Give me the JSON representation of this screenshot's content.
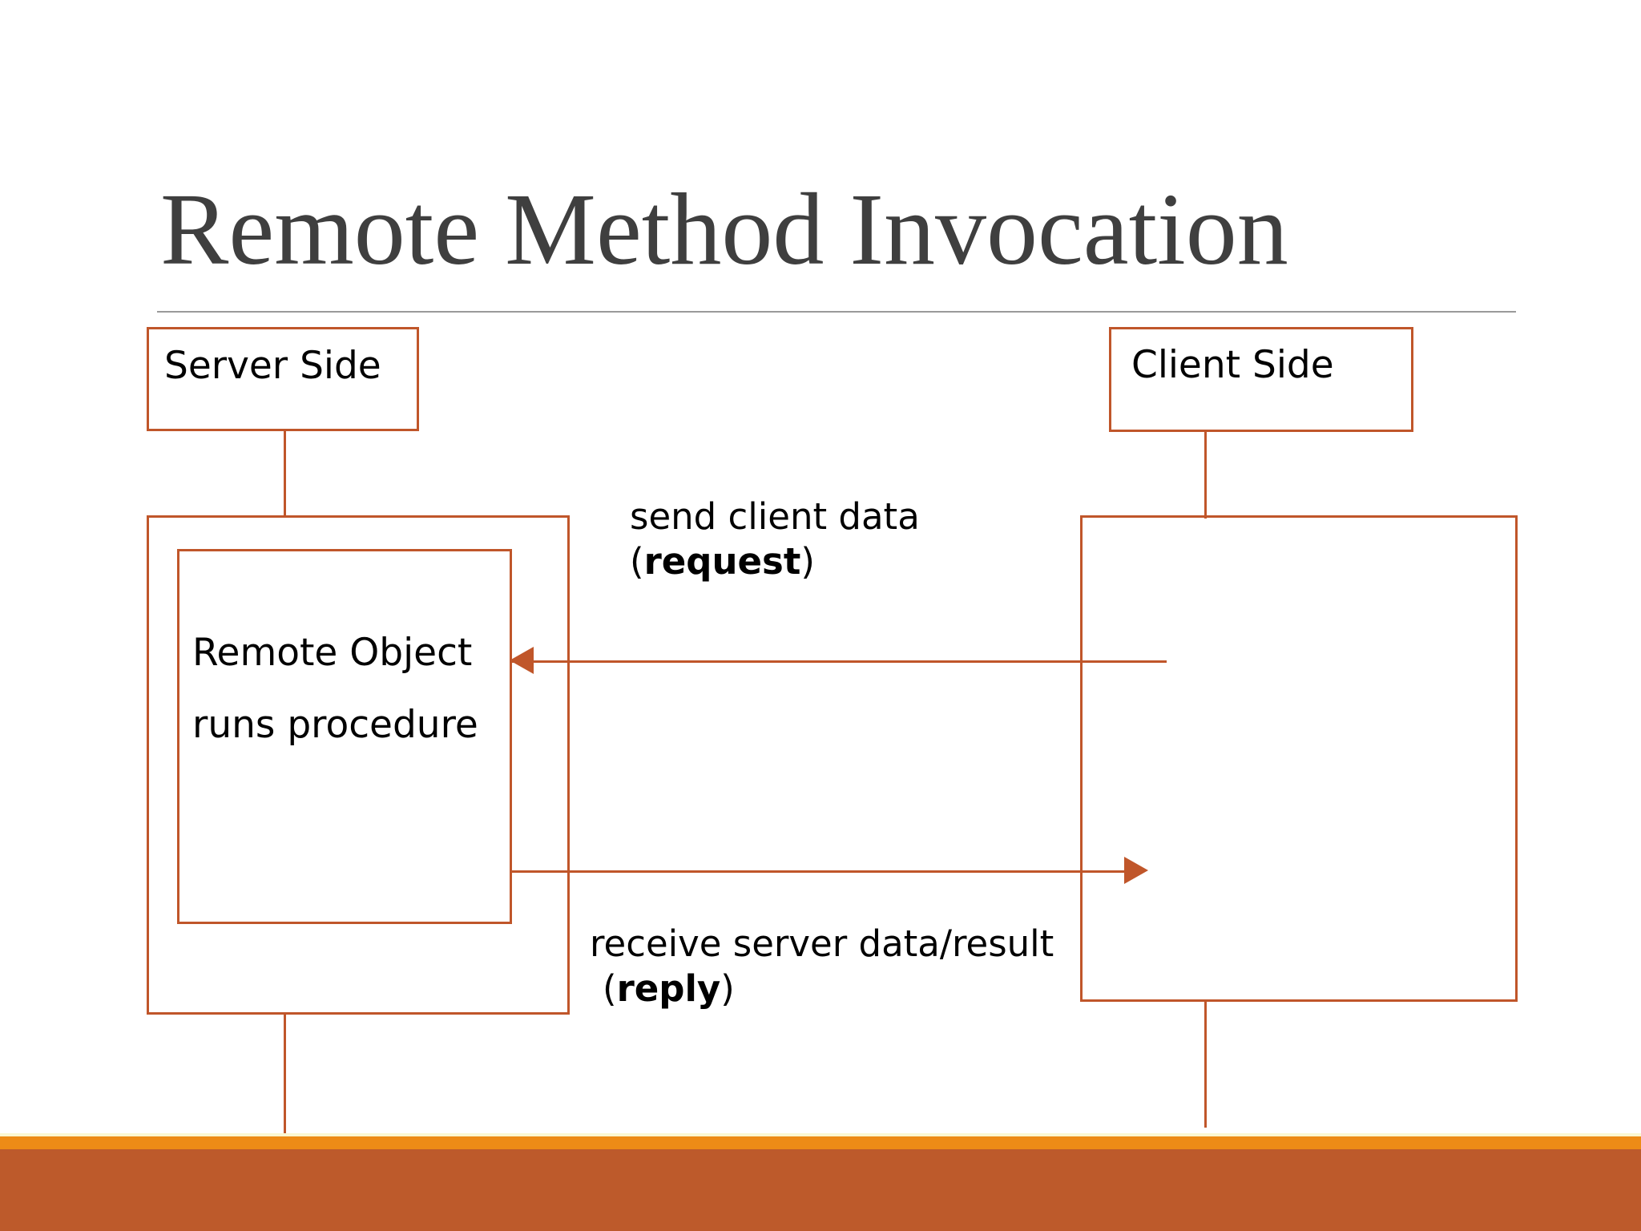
{
  "slide": {
    "title": "Remote Method Invocation",
    "background_color": "#FFFFFF",
    "title_color": "#3F3F3F",
    "accent_color": "#C0562A",
    "band_orange_color": "#ED8B16",
    "band_dark_color": "#BD5A2B",
    "rule_color": "#9A9A9A"
  },
  "diagram": {
    "type": "sequence-diagram",
    "server": {
      "header_label": "Server Side",
      "inner_lines": [
        "Remote Object",
        "runs procedure"
      ]
    },
    "client": {
      "header_label": "Client Side"
    },
    "messages": [
      {
        "name": "request",
        "direction": "client-to-server",
        "line1": "send client data",
        "line2_open": "(",
        "line2_bold": "request",
        "line2_close": ")"
      },
      {
        "name": "reply",
        "direction": "server-to-client",
        "line1": "receive server data/result",
        "line2_open": "(",
        "line2_bold": "reply",
        "line2_close": ")"
      }
    ]
  }
}
